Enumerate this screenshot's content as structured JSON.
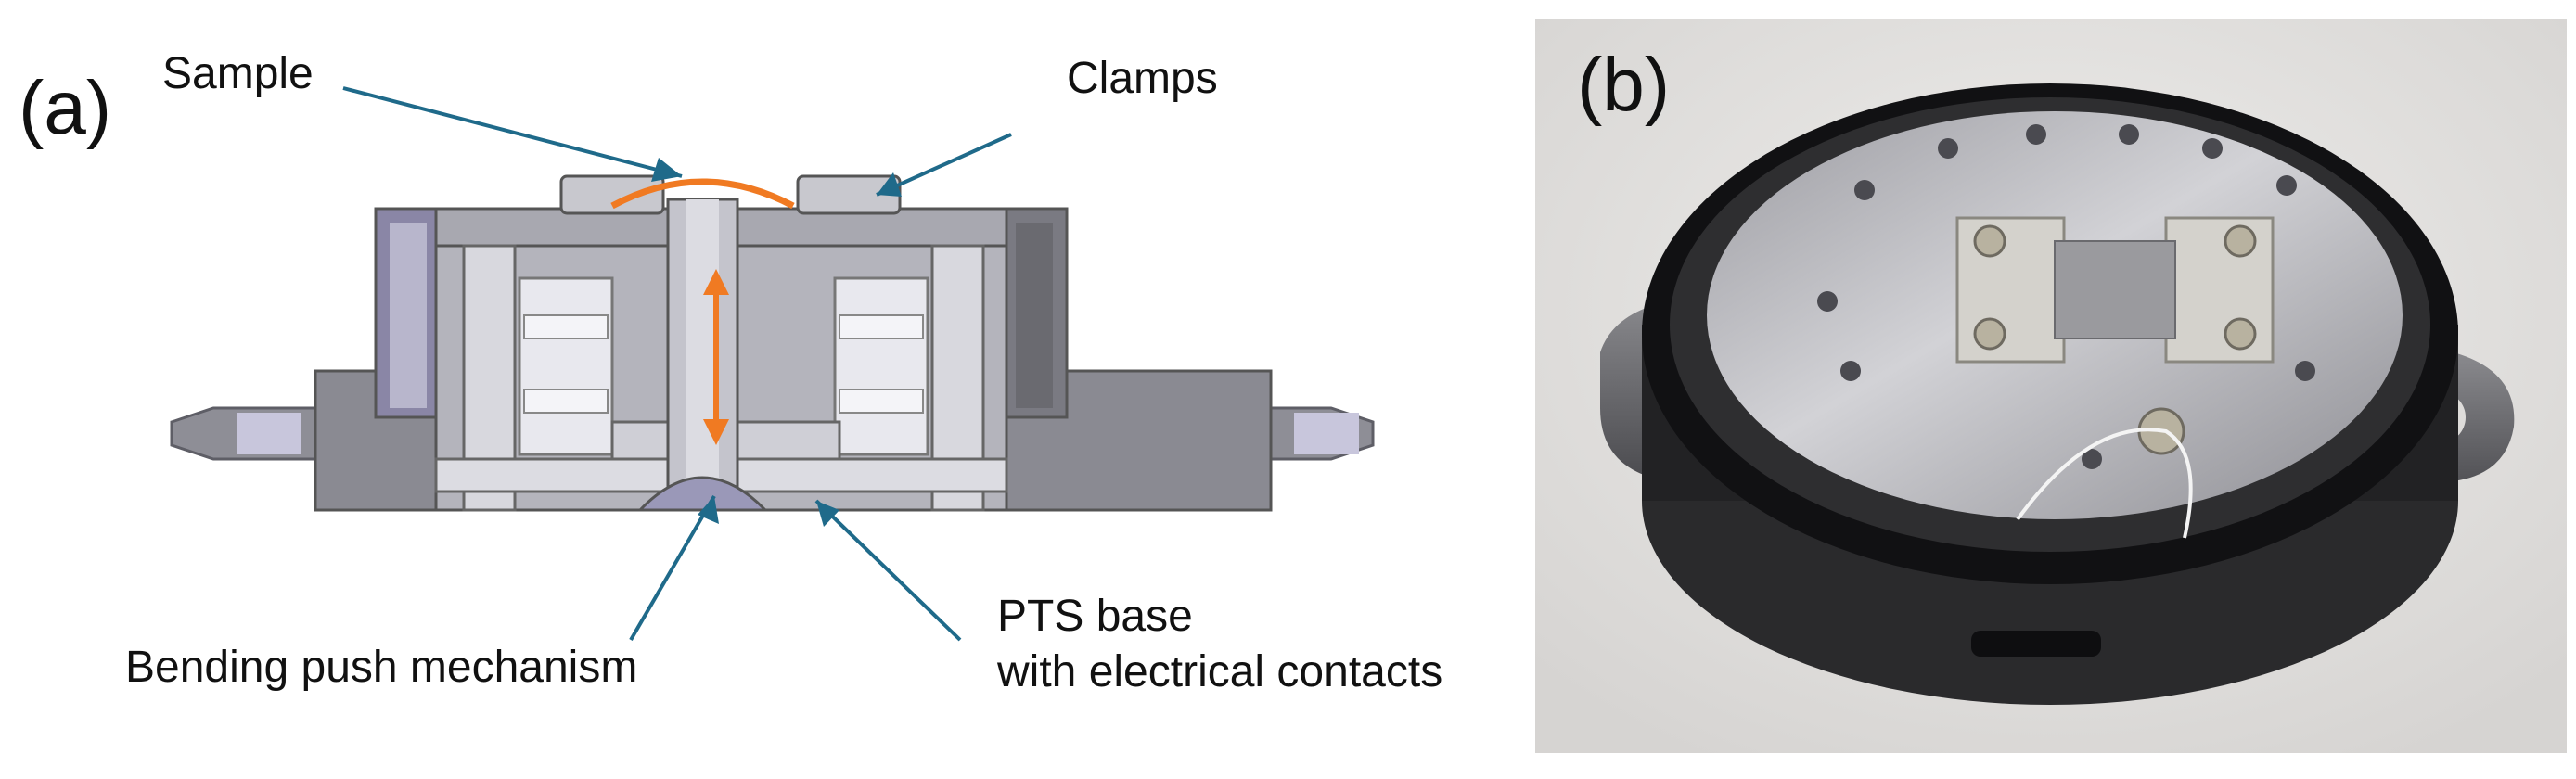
{
  "panel_a": {
    "letter": "(a)",
    "labels": {
      "sample": "Sample",
      "clamps": "Clamps",
      "bending": "Bending push mechanism",
      "pts_line1": "PTS base",
      "pts_line2": "with electrical contacts"
    },
    "colors": {
      "arrow": "#1f6a8a",
      "accent": "#f07a22",
      "metal_dark": "#6a6a6f",
      "metal_mid": "#9a9aa2",
      "metal_light": "#d9d9de",
      "metal_highlight": "#eeeef2",
      "purple_tint": "#8a86a6"
    }
  },
  "panel_b": {
    "letter": "(b)",
    "photo_description_colors": {
      "background": "#e6e4e2",
      "ring": "#1a1a1a",
      "plate": "#b8b8bc",
      "metal": "#8a8a90"
    }
  }
}
